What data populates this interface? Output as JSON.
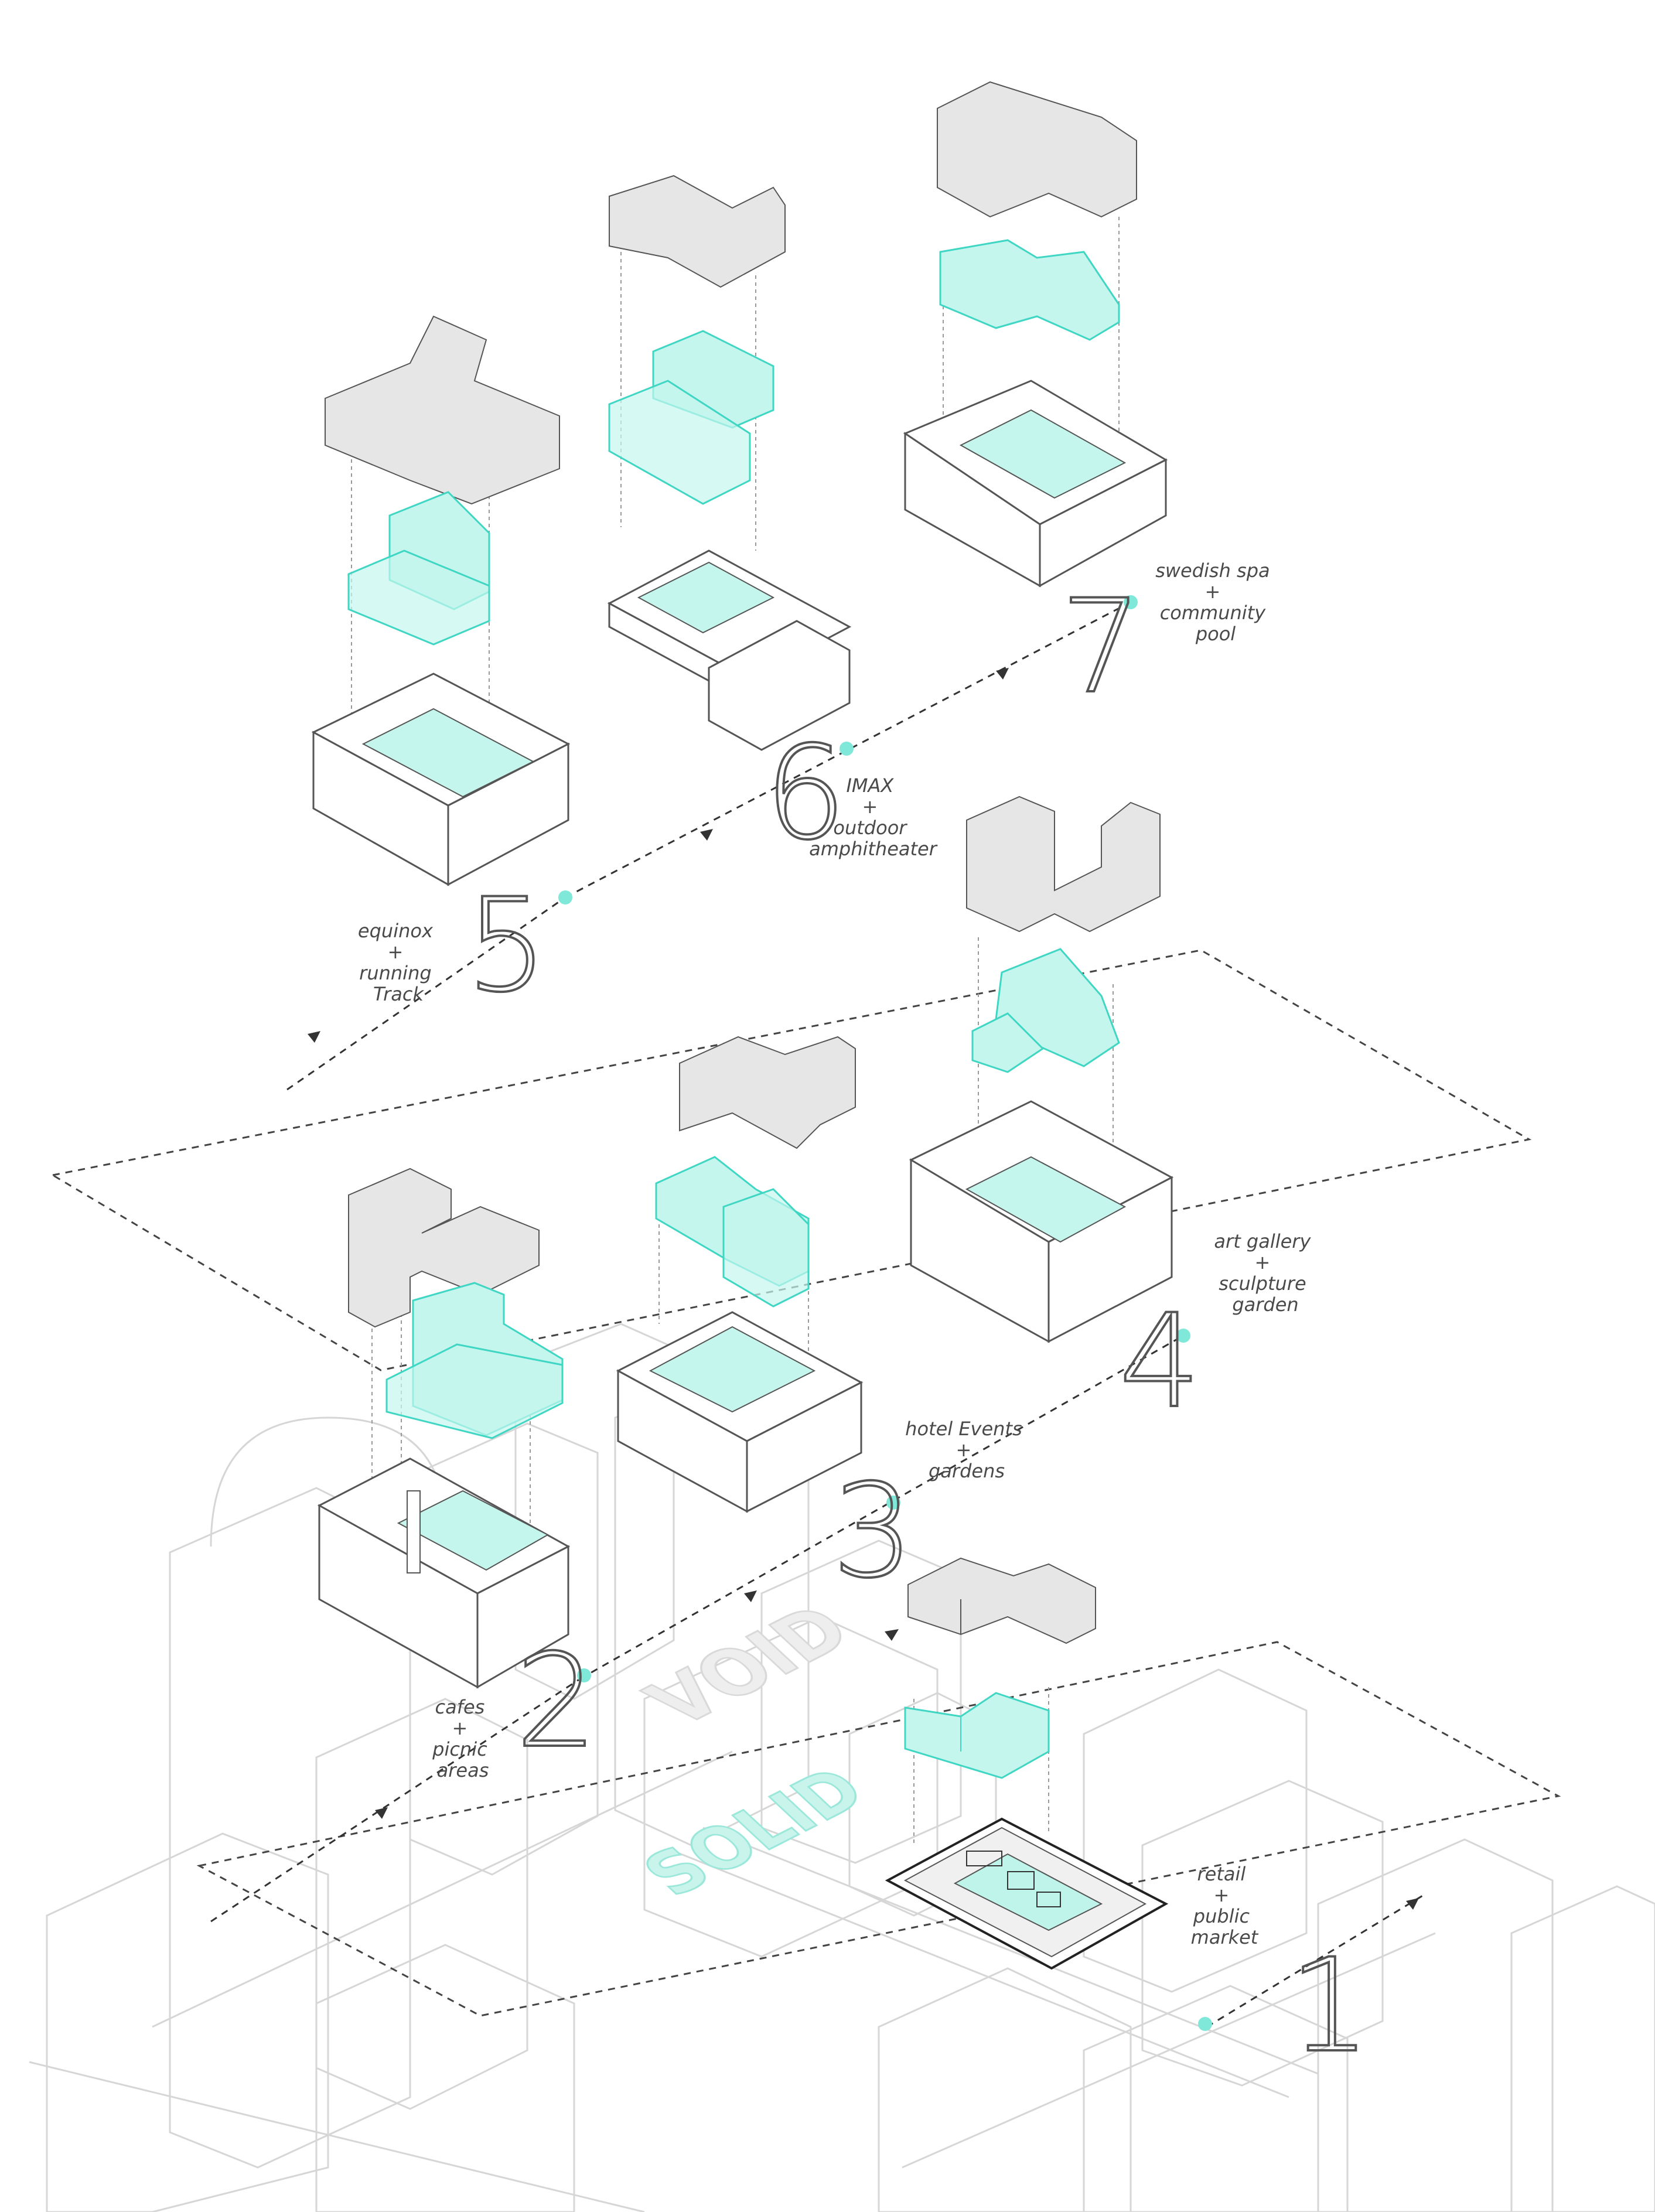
{
  "colors": {
    "accent": "#7fe8d8",
    "accent_stroke": "#3fd6c3",
    "mass_fill": "#e6e6e6",
    "line": "#555555",
    "city_line": "#d4d4d4"
  },
  "stops": [
    {
      "number": "1",
      "label": [
        "retail",
        "+",
        "public",
        "market"
      ]
    },
    {
      "number": "2",
      "label": [
        "cafes",
        "+",
        "picnic",
        "areas"
      ]
    },
    {
      "number": "3",
      "label": [
        "hotel Events",
        "+",
        "gardens"
      ]
    },
    {
      "number": "4",
      "label": [
        "art gallery",
        "+",
        "sculpture",
        "garden"
      ]
    },
    {
      "number": "5",
      "label": [
        "equinox",
        "+",
        "running",
        "Track"
      ]
    },
    {
      "number": "6",
      "label": [
        "IMAX",
        "+",
        "outdoor",
        "amphitheater"
      ]
    },
    {
      "number": "7",
      "label": [
        "swedish spa",
        "+",
        "community",
        "pool"
      ]
    }
  ],
  "watermarks": {
    "void": "VOID",
    "solid": "SOLID"
  }
}
